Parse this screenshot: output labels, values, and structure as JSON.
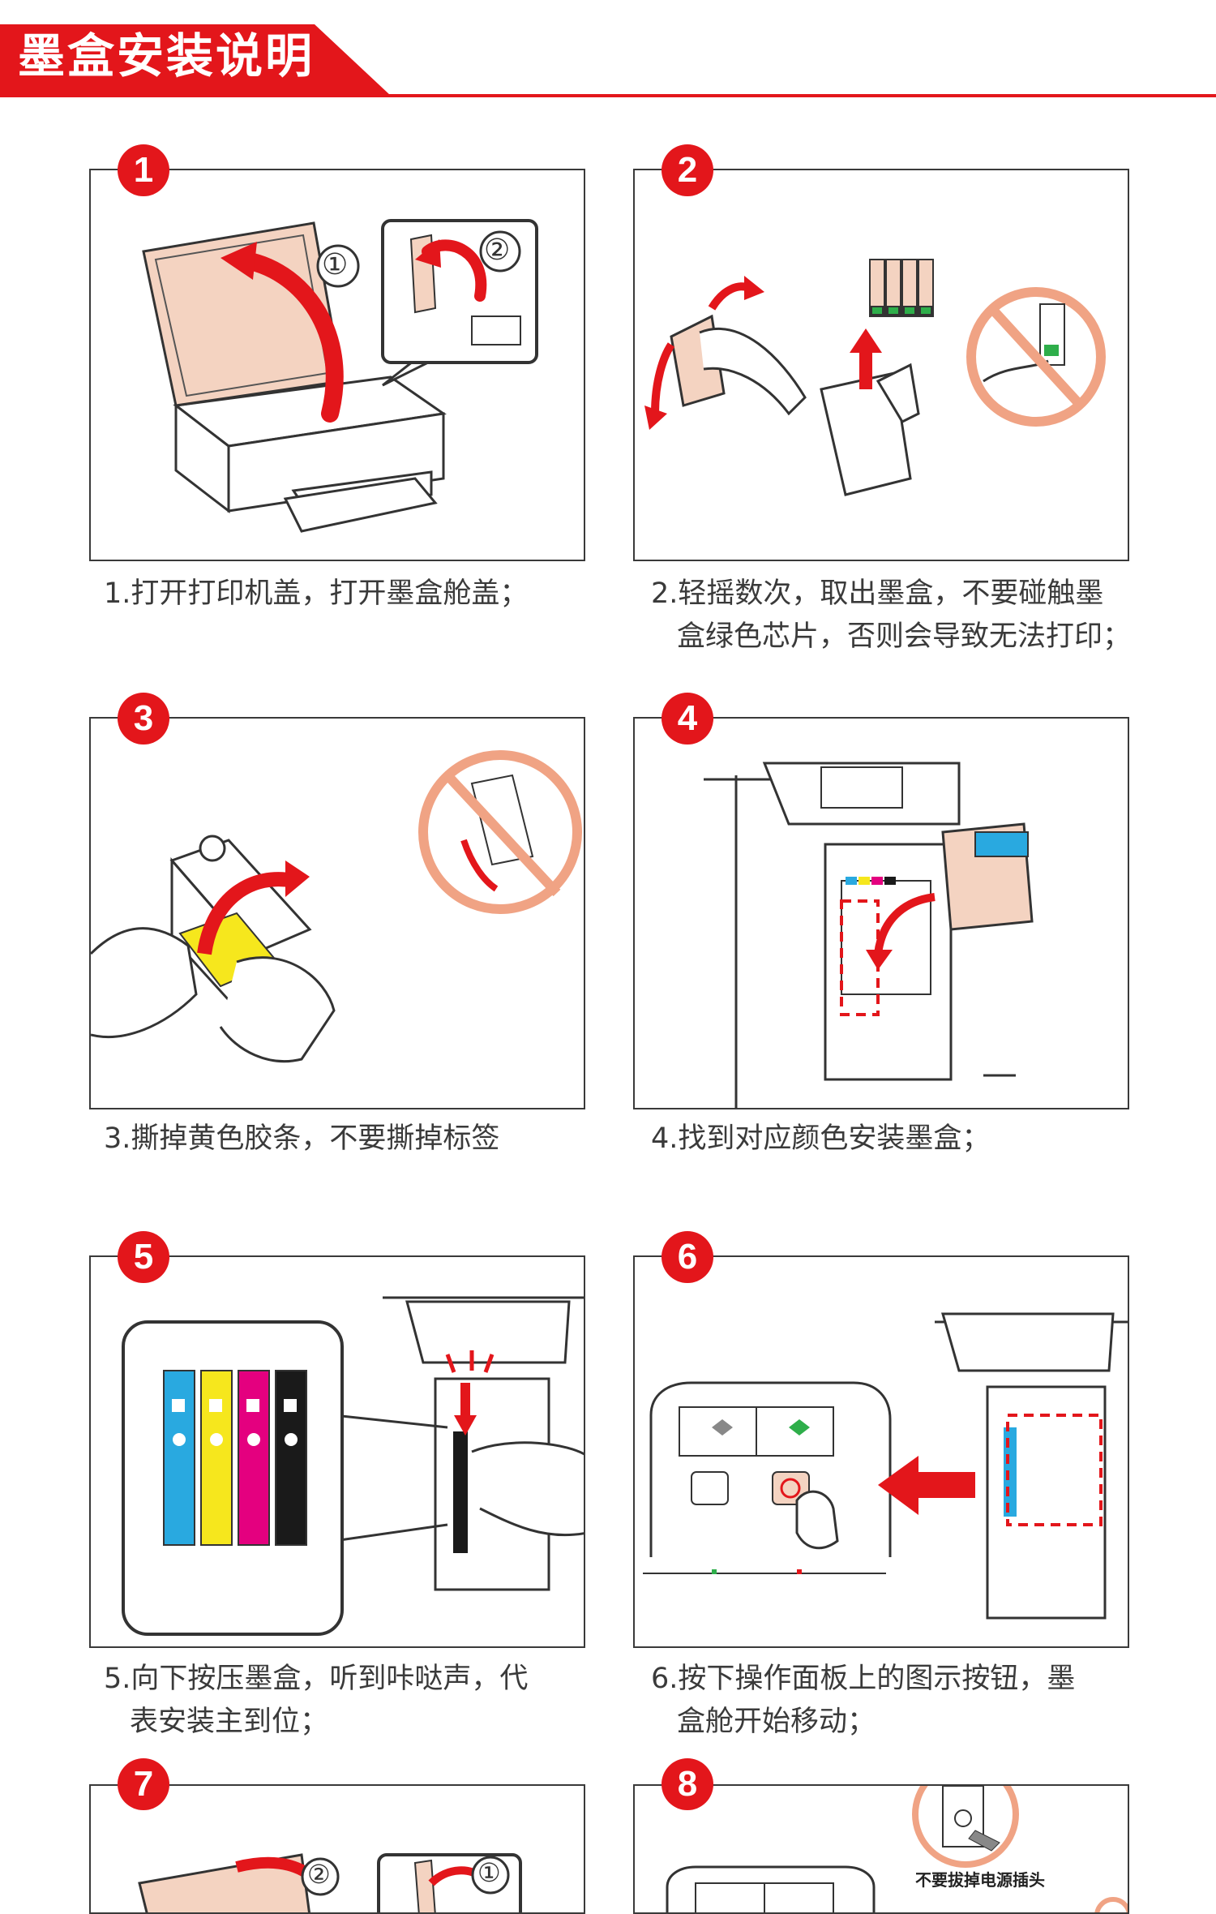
{
  "header": {
    "title": "墨盒安装说明",
    "accent_color": "#e3161b"
  },
  "steps": [
    {
      "number": "1",
      "caption_lines": [
        "1.打开打印机盖，打开墨盒舱盖；"
      ],
      "illustration": "open-printer-lid",
      "callouts": [
        "①",
        "②"
      ]
    },
    {
      "number": "2",
      "caption_lines": [
        "2.轻摇数次，取出墨盒，不要碰触墨",
        "盒绿色芯片，否则会导致无法打印；"
      ],
      "illustration": "shake-and-unpack-cartridge"
    },
    {
      "number": "3",
      "caption_lines": [
        "3.撕掉黄色胶条，不要撕掉标签"
      ],
      "illustration": "remove-yellow-tape"
    },
    {
      "number": "4",
      "caption_lines": [
        "4.找到对应颜色安装墨盒；"
      ],
      "illustration": "insert-cartridge"
    },
    {
      "number": "5",
      "caption_lines": [
        "5.向下按压墨盒，听到咔哒声，代",
        "表安装主到位；"
      ],
      "illustration": "press-cartridge-down"
    },
    {
      "number": "6",
      "caption_lines": [
        "6.按下操作面板上的图示按钮，墨",
        "盒舱开始移动；"
      ],
      "illustration": "press-panel-button"
    },
    {
      "number": "7",
      "caption_lines": [],
      "illustration": "close-lid",
      "callouts": [
        "②",
        "①"
      ]
    },
    {
      "number": "8",
      "caption_lines": [],
      "illustration": "do-not-unplug",
      "note": "不要拔掉电源插头"
    }
  ],
  "colors": {
    "cyan": "#29a9e0",
    "yellow": "#f6e71d",
    "magenta": "#e4007f",
    "black": "#1a1a1a",
    "peach": "#f4d3c1",
    "prohibit": "#f0a384"
  }
}
